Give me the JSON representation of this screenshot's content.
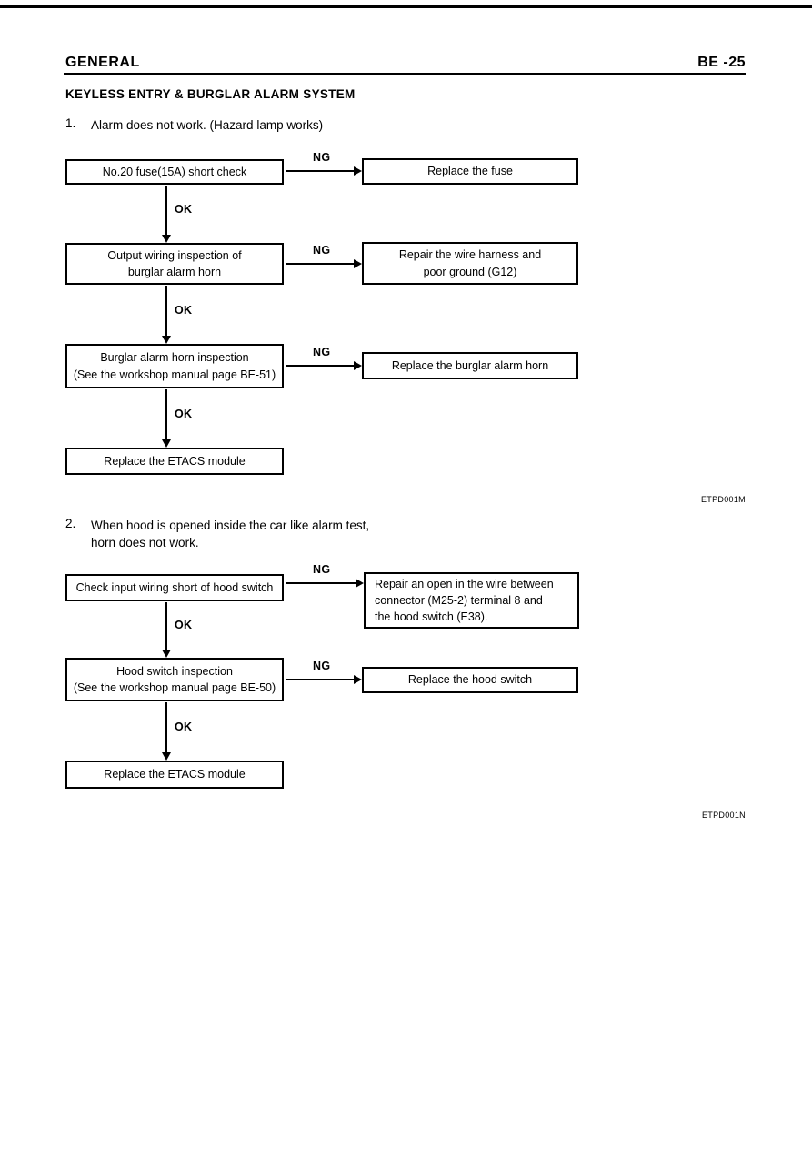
{
  "header": {
    "left": "GENERAL",
    "right": "BE -25"
  },
  "section_title": "KEYLESS ENTRY & BURGLAR ALARM SYSTEM",
  "labels": {
    "ng": "NG",
    "ok": "OK"
  },
  "flow1": {
    "number": "1.",
    "title": "Alarm does not work. (Hazard lamp works)",
    "code": "ETPD001M",
    "boxes": {
      "step1": "No.20 fuse(15A) short check",
      "step1_result": "Replace the fuse",
      "step2": "Output wiring inspection of\nburglar alarm horn",
      "step2_result": "Repair the wire harness and\npoor ground (G12)",
      "step3": "Burglar alarm horn inspection\n(See the workshop manual page BE-51)",
      "step3_result": "Replace the burglar alarm horn",
      "final": "Replace the ETACS module"
    }
  },
  "flow2": {
    "number": "2.",
    "title": "When hood is opened inside the car like alarm test,\nhorn does not work.",
    "code": "ETPD001N",
    "boxes": {
      "step1": "Check input wiring short of hood switch",
      "step1_result": "Repair an open in the wire between\nconnector (M25-2) terminal 8 and\nthe hood switch (E38).",
      "step2": "Hood switch inspection\n(See the workshop manual page BE-50)",
      "step2_result": "Replace the hood switch",
      "final": "Replace the ETACS module"
    }
  }
}
